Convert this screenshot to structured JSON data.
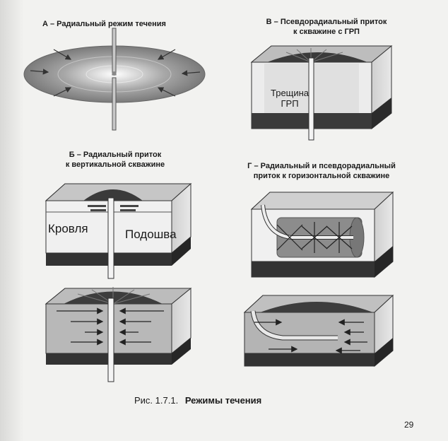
{
  "panels": {
    "a": {
      "title": "А – Радиальный режим течения"
    },
    "v": {
      "title_line1": "В – Псевдорадиальный приток",
      "title_line2": "к скважине с ГРП",
      "fracture_line1": "Трещина",
      "fracture_line2": "ГРП"
    },
    "b": {
      "title_line1": "Б – Радиальный приток",
      "title_line2": "к вертикальной скважине",
      "roof_label": "Кровля",
      "bottom_label": "Подошва"
    },
    "g": {
      "title_line1": "Г – Радиальный и псевдорадиальный",
      "title_line2": "приток к горизонтальной скважине"
    }
  },
  "caption": {
    "number": "Рис. 1.7.1.",
    "title": "Режимы течения"
  },
  "page_number": "29"
}
